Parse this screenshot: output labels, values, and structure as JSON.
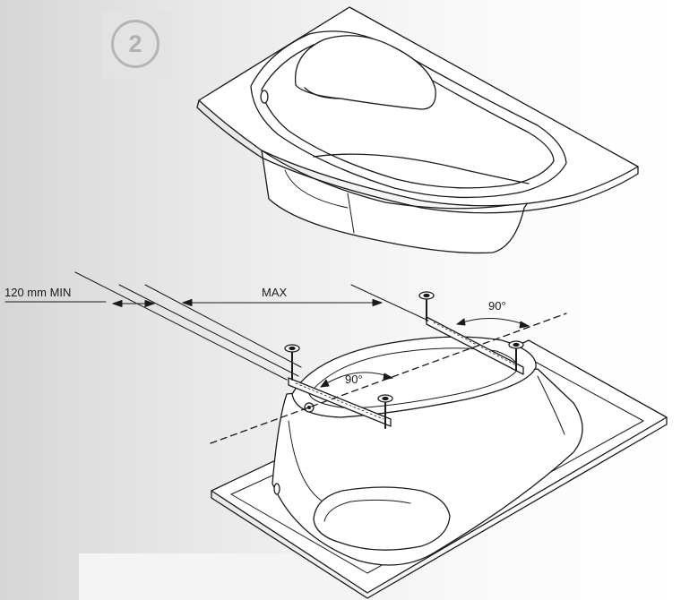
{
  "step": {
    "number": "2"
  },
  "dimensions": {
    "min_label": "120 mm MIN",
    "max_label": "MAX"
  },
  "angles": {
    "right": "90°",
    "left": "90°"
  }
}
